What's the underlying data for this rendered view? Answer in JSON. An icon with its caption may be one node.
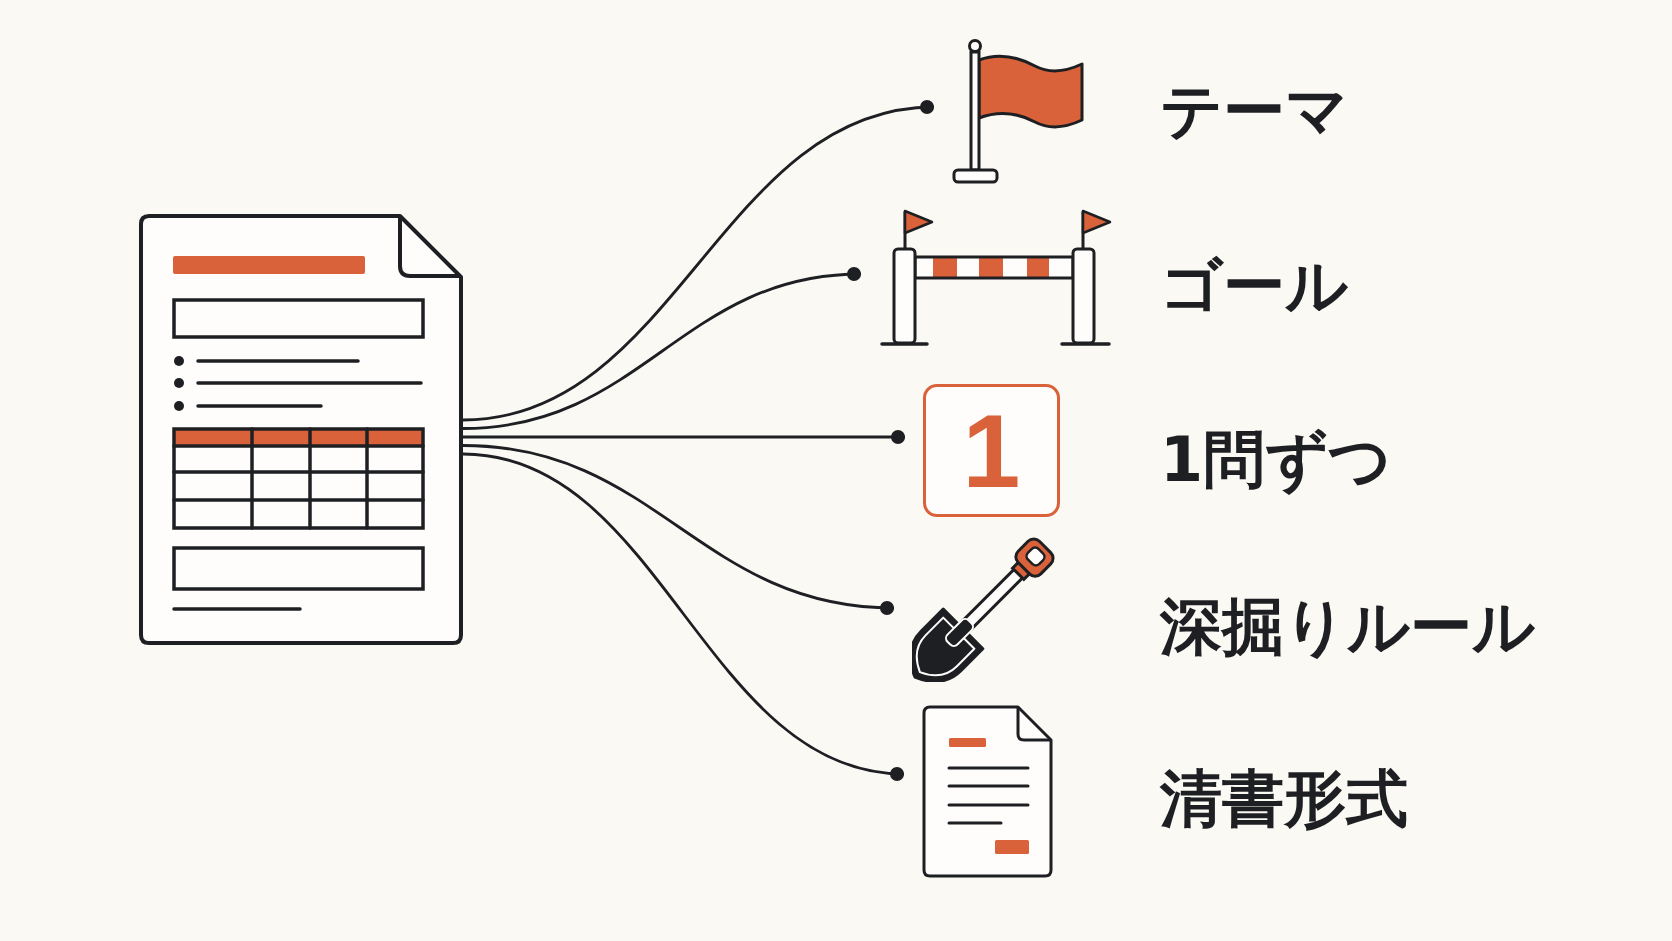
{
  "diagram": {
    "nodes": [
      {
        "text": [],
        "shape": "picture"
      },
      {
        "text": [],
        "shape": "picture",
        "beside": [
          "テーマ"
        ]
      },
      {
        "text": [],
        "shape": "picture",
        "beside": [
          "ゴール"
        ]
      },
      {
        "text": [
          "1"
        ],
        "beside": [
          "1問ずつ"
        ]
      },
      {
        "text": [],
        "shape": "picture",
        "beside": [
          "深掘りルール"
        ]
      },
      {
        "text": [],
        "shape": "picture",
        "beside": [
          "清書形式"
        ]
      }
    ],
    "edges": [
      {
        "from": 0,
        "to": 1,
        "arrow": "other"
      },
      {
        "from": 0,
        "to": 2,
        "arrow": "other"
      },
      {
        "from": 0,
        "to": 3,
        "arrow": "other"
      },
      {
        "from": 0,
        "to": 4,
        "arrow": "other"
      },
      {
        "from": 0,
        "to": 5,
        "arrow": "other"
      }
    ]
  }
}
